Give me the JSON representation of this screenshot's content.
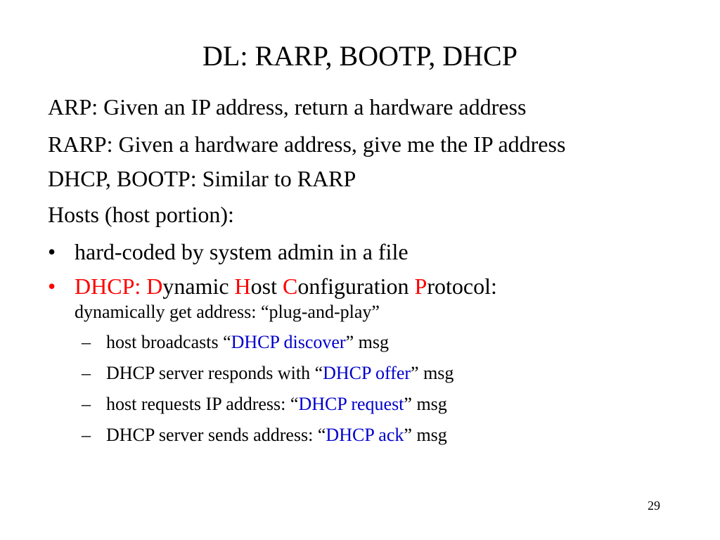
{
  "slide": {
    "title": "DL: RARP, BOOTP, DHCP",
    "lines": [
      "ARP: Given an IP address, return a hardware address",
      "RARP: Given a hardware address, give me the IP address",
      "DHCP, BOOTP: Similar to RARP",
      "Hosts (host portion):"
    ],
    "bullet_marker": "•",
    "bullet1": "hard-coded by system admin in a file",
    "bullet2": {
      "prefix": "DHCP: ",
      "d": "D",
      "ynamic": "ynamic ",
      "h": "H",
      "ost": "ost ",
      "c": "C",
      "onfiguration": "onfiguration ",
      "p": "P",
      "rotocol": "rotocol:",
      "subline": "dynamically get address: “plug-and-play”"
    },
    "dash_marker": "–",
    "dashes": [
      {
        "before": "host broadcasts “",
        "highlight": "DHCP discover",
        "after": "” msg"
      },
      {
        "before": "DHCP server responds with “",
        "highlight": "DHCP offer",
        "after": "” msg"
      },
      {
        "before": "host requests IP address: “",
        "highlight": "DHCP request",
        "after": "” msg"
      },
      {
        "before": "DHCP server sends address: “",
        "highlight": "DHCP ack",
        "after": "” msg"
      }
    ],
    "page_number": "29",
    "colors": {
      "highlight_red": "#ff0000",
      "highlight_blue": "#0000cc",
      "text": "#000000",
      "background": "#ffffff"
    }
  }
}
